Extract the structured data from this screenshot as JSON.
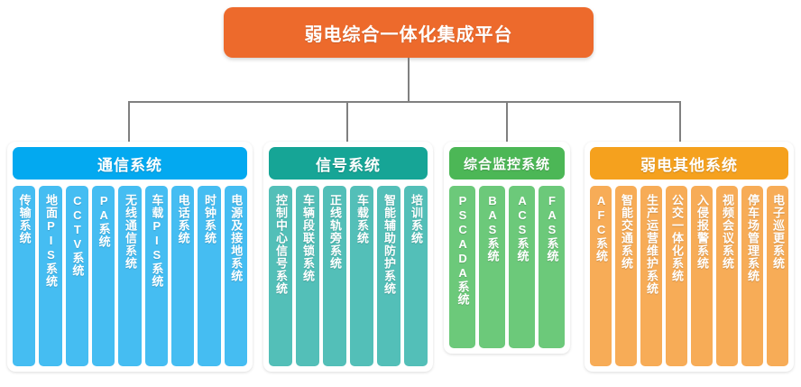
{
  "diagram": {
    "type": "organization-tree",
    "root": {
      "label": "弱电综合一体化集成平台",
      "color": "#ED6A2C",
      "text_color": "#FFFFFF"
    },
    "connector_color": "#808080",
    "background": "#FFFFFF",
    "groups": [
      {
        "id": "communication",
        "label": "通信系统",
        "header_color": "#03A9F0",
        "container_color": "#FFFFFF",
        "leaf_color": "#45BDF2",
        "items": [
          "传输系统",
          "地面PIS系统",
          "CCTV系统",
          "PA系统",
          "无线通信系统",
          "车载PIS系统",
          "电话系统",
          "时钟系统",
          "电源及接地系统"
        ]
      },
      {
        "id": "signal",
        "label": "信号系统",
        "header_color": "#16A596",
        "container_color": "#FFFFFF",
        "leaf_color": "#53BFB8",
        "items": [
          "控制中心信号系统",
          "车辆段联锁系统",
          "正线轨旁系统",
          "车载系统",
          "智能辅助防护系统",
          "培训系统"
        ]
      },
      {
        "id": "integrated-supervisory",
        "label": "综合监控系统",
        "header_color": "#4CB756",
        "container_color": "#FFFFFF",
        "leaf_color": "#6CC97A",
        "items": [
          "PSCADA系统",
          "BAS系统",
          "ACS系统",
          "FAS系统"
        ]
      },
      {
        "id": "other-elv",
        "label": "弱电其他系统",
        "header_color": "#F5A11E",
        "container_color": "#FFFFFF",
        "leaf_color": "#F7AC57",
        "items": [
          "AFC系统",
          "智能交通系统",
          "生产运营维护系统",
          "公交一体化系统",
          "入侵报警系统",
          "视频会议系统",
          "停车场管理系统",
          "电子巡更系统"
        ]
      }
    ]
  }
}
